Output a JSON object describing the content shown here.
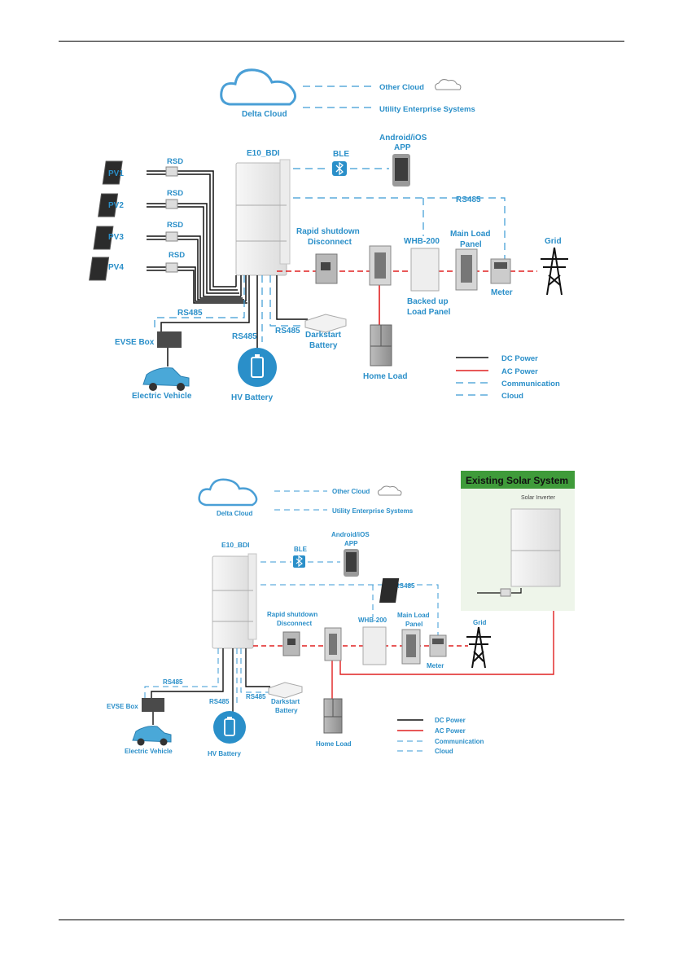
{
  "colors": {
    "label": "#2a8fc9",
    "dc": "#000000",
    "ac": "#e02020",
    "comm": "#3a9ad4",
    "banner": "#3f9b3a"
  },
  "diagram1": {
    "delta_cloud": "Delta Cloud",
    "other_cloud": "Other Cloud",
    "utility": "Utility Enterprise Systems",
    "inverter": "E10_BDI",
    "ble": "BLE",
    "app_line1": "Android/iOS",
    "app_line2": "APP",
    "pv1": "PV1",
    "pv2": "PV2",
    "pv3": "PV3",
    "pv4": "PV4",
    "rsd": "RSD",
    "rs485": "RS485",
    "rapid_line1": "Rapid shutdown",
    "rapid_line2": "Disconnect",
    "whb": "WHB-200",
    "main_line1": "Main Load",
    "main_line2": "Panel",
    "grid": "Grid",
    "meter": "Meter",
    "backed_line1": "Backed up",
    "backed_line2": "Load Panel",
    "home_load": "Home Load",
    "evse": "EVSE Box",
    "ev": "Electric Vehicle",
    "hv": "HV Battery",
    "dark_line1": "Darkstart",
    "dark_line2": "Battery",
    "legend": {
      "dc": "DC Power",
      "ac": "AC Power",
      "comm": "Communication",
      "cloud": "Cloud"
    }
  },
  "diagram2": {
    "delta_cloud": "Delta Cloud",
    "other_cloud": "Other Cloud",
    "utility": "Utility Enterprise Systems",
    "inverter": "E10_BDI",
    "ble": "BLE",
    "app_line1": "Android/iOS",
    "app_line2": "APP",
    "rs485": "RS485",
    "rapid_line1": "Rapid shutdown",
    "rapid_line2": "Disconnect",
    "whb": "WHB-200",
    "main_line1": "Main Load",
    "main_line2": "Panel",
    "grid": "Grid",
    "meter": "Meter",
    "home_load": "Home Load",
    "evse": "EVSE Box",
    "ev": "Electric Vehicle",
    "hv": "HV Battery",
    "dark_line1": "Darkstart",
    "dark_line2": "Battery",
    "existing": "Existing Solar System",
    "solar_inverter": "Solar Inverter",
    "legend": {
      "dc": "DC Power",
      "ac": "AC Power",
      "comm": "Communication",
      "cloud": "Cloud"
    }
  }
}
